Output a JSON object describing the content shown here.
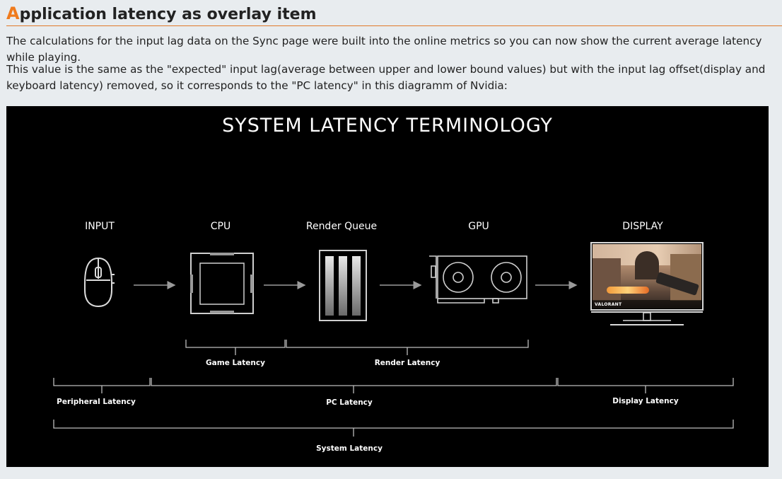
{
  "heading": {
    "first_letter": "A",
    "rest": "pplication latency as overlay item"
  },
  "paragraphs": {
    "p1": "The calculations for the input lag data on the Sync page were built into the online metrics so you can now show the current average latency while playing.",
    "p2": "This value is the same as the \"expected\" input lag(average between upper and lower bound values) but with the input lag offset(display and keyboard latency) removed, so it corresponds to the \"PC latency\" in this diagramm of Nvidia:"
  },
  "figure": {
    "title": "SYSTEM LATENCY TERMINOLOGY",
    "stages": {
      "input": "INPUT",
      "cpu": "CPU",
      "render_queue": "Render Queue",
      "gpu": "GPU",
      "display": "DISPLAY"
    },
    "latencies": {
      "game": "Game Latency",
      "render": "Render Latency",
      "peripheral": "Peripheral Latency",
      "pc": "PC Latency",
      "display": "Display Latency",
      "system": "System Latency"
    },
    "monitor_brand": "VALORANT",
    "icons": [
      "mouse-icon",
      "cpu-icon",
      "render-queue-icon",
      "gpu-icon",
      "monitor-icon"
    ]
  }
}
